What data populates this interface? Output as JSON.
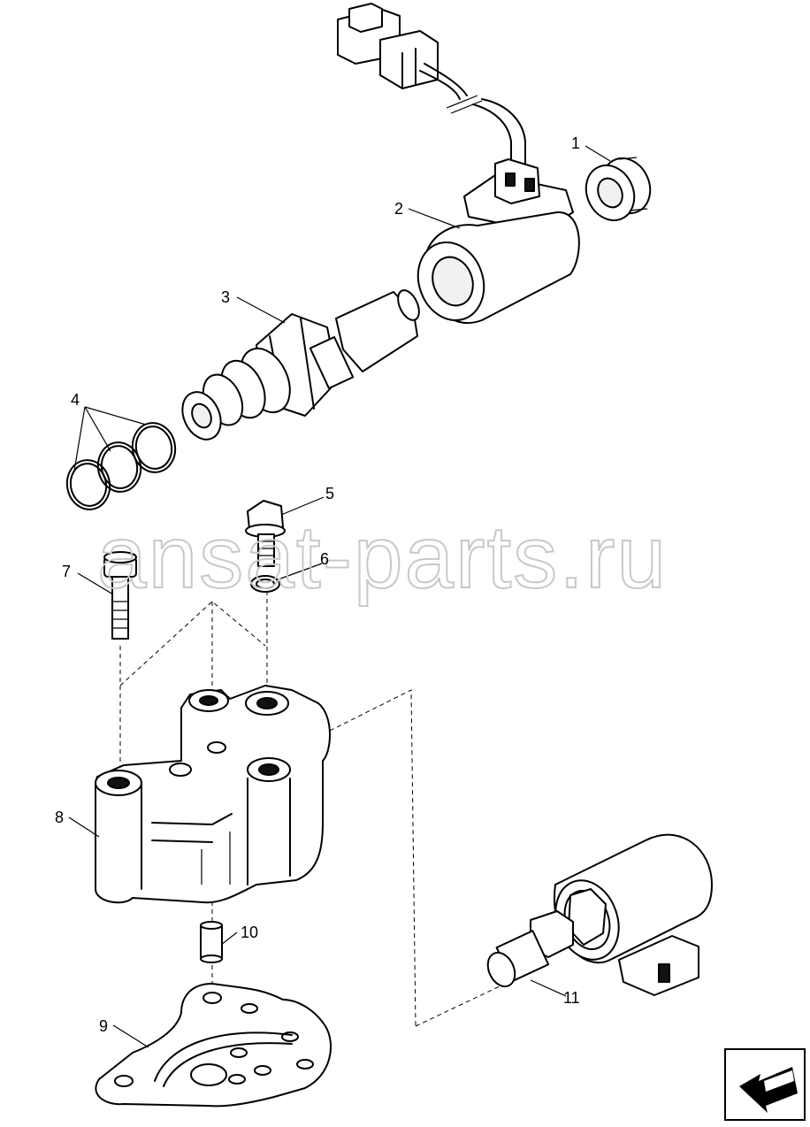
{
  "watermark": "ansat-parts.ru",
  "callouts": [
    {
      "id": "1",
      "label": "1"
    },
    {
      "id": "2",
      "label": "2"
    },
    {
      "id": "3",
      "label": "3"
    },
    {
      "id": "4",
      "label": "4"
    },
    {
      "id": "5",
      "label": "5"
    },
    {
      "id": "6",
      "label": "6"
    },
    {
      "id": "7",
      "label": "7"
    },
    {
      "id": "8",
      "label": "8"
    },
    {
      "id": "9",
      "label": "9"
    },
    {
      "id": "10",
      "label": "10"
    },
    {
      "id": "11",
      "label": "11"
    }
  ],
  "nav_icon": "arrow-next-icon"
}
